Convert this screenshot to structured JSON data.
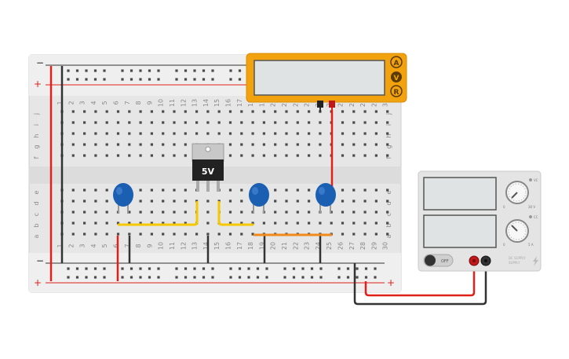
{
  "breadboard": {
    "rail_minus": "−",
    "rail_plus": "+",
    "row_letters_top": [
      "j",
      "i",
      "h",
      "g",
      "f"
    ],
    "row_letters_bottom": [
      "e",
      "d",
      "c",
      "b",
      "a"
    ],
    "column_numbers": [
      "1",
      "2",
      "3",
      "4",
      "5",
      "6",
      "7",
      "8",
      "9",
      "10",
      "11",
      "12",
      "13",
      "14",
      "15",
      "16",
      "17",
      "18",
      "19",
      "20",
      "21",
      "22",
      "23",
      "24",
      "25",
      "26",
      "27",
      "28",
      "29",
      "30"
    ]
  },
  "regulator": {
    "label": "5V"
  },
  "multimeter": {
    "mode_a": "A",
    "mode_v": "V",
    "mode_r": "R"
  },
  "power_supply": {
    "switch_label": "OFF",
    "knob_top_min": "0",
    "knob_top_max": "30 V",
    "knob_bottom_min": "0",
    "knob_bottom_max": "5 A",
    "indicator_top": "VC",
    "indicator_bottom": "CC",
    "brand_line1": "DC SUPPLY",
    "brand_line2": "SUPPLY"
  },
  "colors": {
    "wire_red": "#e0211b",
    "wire_black": "#333333",
    "wire_yellow": "#f5c800",
    "wire_orange": "#f08a1c",
    "capacitor": "#1b5fb3",
    "multimeter_frame": "#f2a10f"
  }
}
